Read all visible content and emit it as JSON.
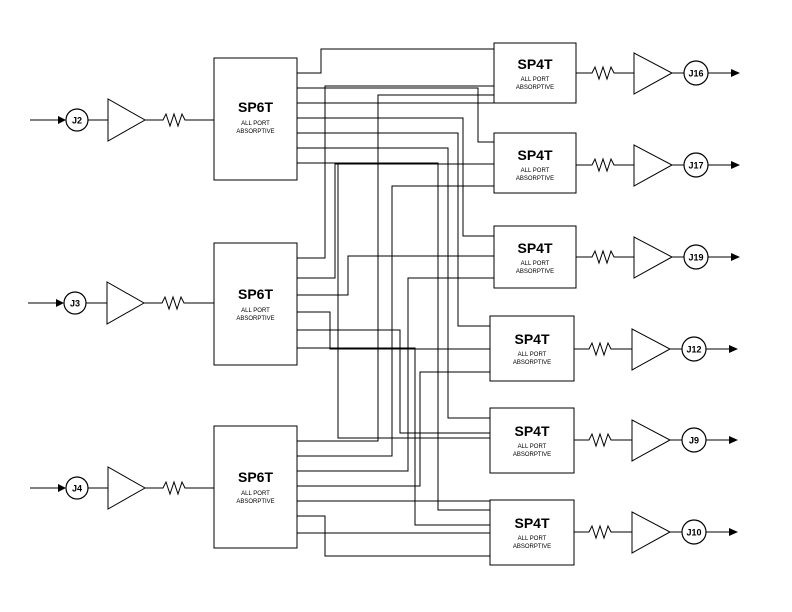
{
  "switches": {
    "sp6t_title": "SP6T",
    "sp4t_title": "SP4T",
    "sub_line1": "ALL PORT",
    "sub_line2": "ABSORPTIVE"
  },
  "inputs": [
    "J2",
    "J3",
    "J4"
  ],
  "outputs": [
    "J16",
    "J17",
    "J19",
    "J12",
    "J9",
    "J10"
  ]
}
